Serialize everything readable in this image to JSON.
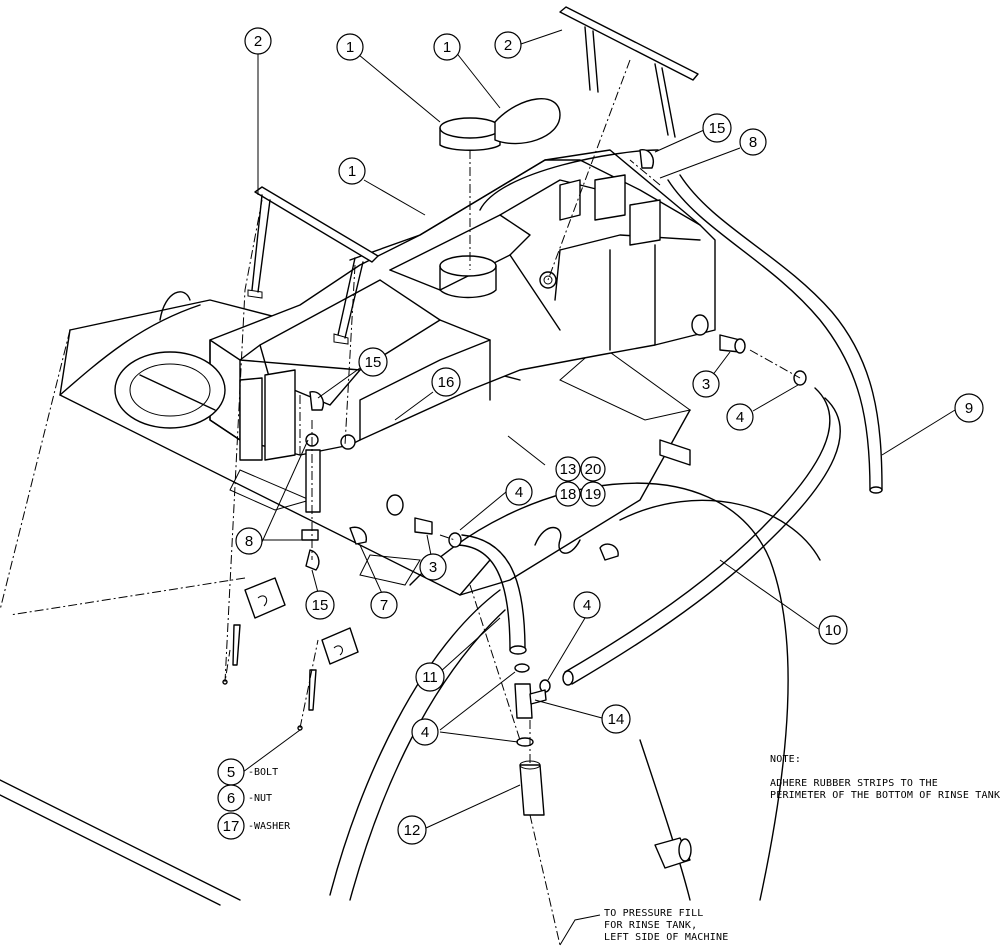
{
  "balloons": {
    "p1a": "1",
    "p1b": "1",
    "p1c": "1",
    "p2a": "2",
    "p2b": "2",
    "p15a": "15",
    "p15b": "15",
    "p15c": "15",
    "p8a": "8",
    "p8b": "8",
    "p16": "16",
    "p3a": "3",
    "p3b": "3",
    "p4a": "4",
    "p4b": "4",
    "p4c": "4",
    "p4d": "4",
    "p9": "9",
    "p10": "10",
    "p11": "11",
    "p12": "12",
    "p14": "14",
    "p7": "7",
    "p13": "13",
    "p20": "20",
    "p18": "18",
    "p19": "19",
    "p5": "5",
    "p6": "6",
    "p17": "17"
  },
  "legend": {
    "bolt": "-BOLT",
    "nut": "-NUT",
    "washer": "-WASHER"
  },
  "note": {
    "heading": "NOTE:",
    "line1": "ADHERE RUBBER STRIPS TO THE",
    "line2": "PERIMETER OF THE BOTTOM OF RINSE TANK."
  },
  "callout": {
    "line1": "TO PRESSURE FILL",
    "line2": "FOR RINSE TANK,",
    "line3": "LEFT SIDE OF MACHINE"
  }
}
